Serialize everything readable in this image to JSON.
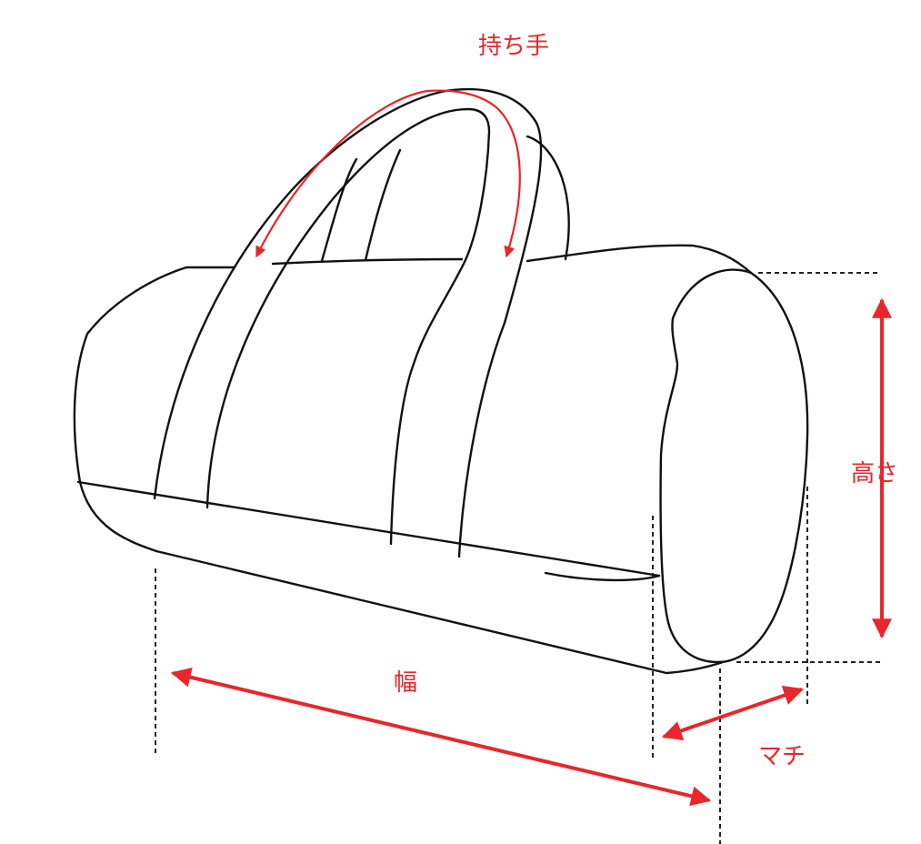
{
  "labels": {
    "handle": "持ち手",
    "height": "高さ",
    "width": "幅",
    "gusset": "マチ"
  },
  "colors": {
    "outline": "#111111",
    "dimension": "#e8262b",
    "guide": "#222222"
  }
}
